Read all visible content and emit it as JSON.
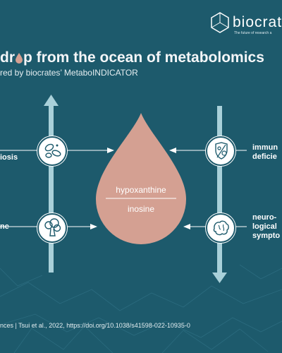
{
  "brand": {
    "logo_text": "biocrat",
    "tagline": "The future of research a",
    "logo_icon": "hexagon-network-icon"
  },
  "header": {
    "title_prefix": "dr",
    "title_suffix": "p from the ocean of metabolomics",
    "subtitle": "red by biocrates’ MetaboINDICATOR"
  },
  "left_items": [
    {
      "label": "iosis",
      "icon": "bacteria-icon"
    },
    {
      "label": "ne",
      "icon": "broccoli-icon"
    }
  ],
  "right_items": [
    {
      "label_line1": "immun",
      "label_line2": "deficie",
      "icon": "shield-virus-icon"
    },
    {
      "label_line1": "neuro-",
      "label_line2": "logical",
      "label_line3": "sympto",
      "icon": "brain-icon"
    }
  ],
  "drop": {
    "numerator": "hypoxanthine",
    "denominator": "inosine"
  },
  "footer": {
    "citation": "nces | Tsui et al., 2022, https://doi.org/10.1038/s41598-022-10935-0"
  },
  "colors": {
    "background": "#1d5a6c",
    "arrow": "#a9d0d9",
    "drop": "#d4a092",
    "text": "#ffffff"
  }
}
